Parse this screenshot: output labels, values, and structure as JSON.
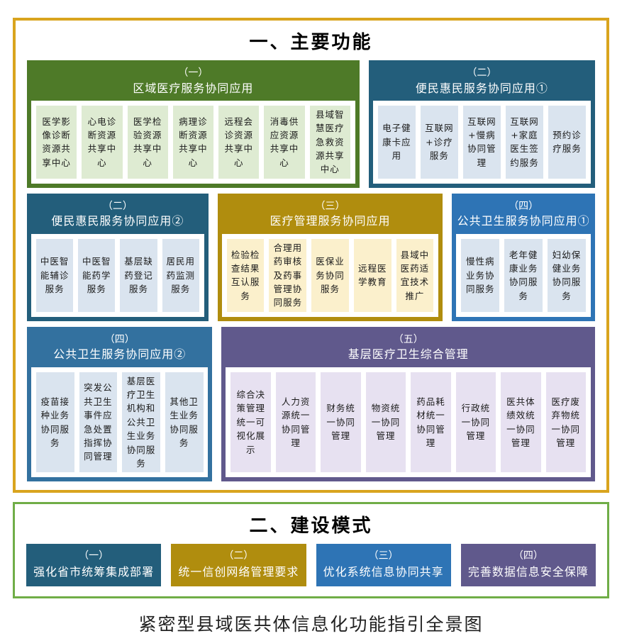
{
  "section1": {
    "title": "一、主要功能",
    "boxes": [
      {
        "num": "（一）",
        "name": "区域医疗服务协同应用",
        "items": [
          "医学影像诊断资源共享中心",
          "心电诊断资源共享中心",
          "医学检验资源共享中心",
          "病理诊断资源共享中心",
          "远程会诊资源共享中心",
          "消毒供应资源共享中心",
          "县域智慧医疗急救资源共享中心"
        ]
      },
      {
        "num": "（二）",
        "name": "便民惠民服务协同应用①",
        "items": [
          "电子健康卡应用",
          "互联网+诊疗服务",
          "互联网+慢病协同管理",
          "互联网+家庭医生签约服务",
          "预约诊疗服务"
        ]
      },
      {
        "num": "（二）",
        "name": "便民惠民服务协同应用②",
        "items": [
          "中医智能辅诊服务",
          "中医智能药学服务",
          "基层缺药登记服务",
          "居民用药监测服务"
        ]
      },
      {
        "num": "（三）",
        "name": "医疗管理服务协同应用",
        "items": [
          "检验检查结果互认服务",
          "合理用药审核及药事管理协同服务",
          "医保业务协同服务",
          "远程医学教育",
          "县域中医药适宜技术推广"
        ]
      },
      {
        "num": "（四）",
        "name": "公共卫生服务协同应用①",
        "items": [
          "慢性病业务协同服务",
          "老年健康业务协同服务",
          "妇幼保健业务协同服务"
        ]
      },
      {
        "num": "（四）",
        "name": "公共卫生服务协同应用②",
        "items": [
          "疫苗接种业务协同服务",
          "突发公共卫生事件应急处置指挥协同管理",
          "基层医疗卫生机构和公共卫生业务协同服务",
          "其他卫生业务协同服务"
        ]
      },
      {
        "num": "（五）",
        "name": "基层医疗卫生综合管理",
        "items": [
          "综合决策管理统一可视化展示",
          "人力资源统一协同管理",
          "财务统一协同管理",
          "物资统一协同管理",
          "药品耗材统一协同管理",
          "行政统一协同管理",
          "医共体绩效统一协同管理",
          "医疗废弃物统一协同管理"
        ]
      }
    ]
  },
  "section2": {
    "title": "二、建设模式",
    "boxes": [
      {
        "num": "（一）",
        "name": "强化省市统筹集成部署"
      },
      {
        "num": "（二）",
        "name": "统一信创网络管理要求"
      },
      {
        "num": "（三）",
        "name": "优化系统信息协同共享"
      },
      {
        "num": "（四）",
        "name": "完善数据信息安全保障"
      }
    ]
  },
  "caption": "紧密型县域医共体信息化功能指引全景图",
  "colors": {
    "frame_gold": "#D9A41E",
    "frame_green": "#70AD47",
    "green": "#4E7A28",
    "green_light": "#DEEBD2",
    "teal": "#235E7B",
    "blue_light": "#DAE4EF",
    "gold": "#B08D0E",
    "gold_light": "#FBF0CC",
    "blue": "#2E74B5",
    "blue2": "#33719F",
    "purple": "#60598C",
    "purple_light": "#E7E1F1"
  }
}
